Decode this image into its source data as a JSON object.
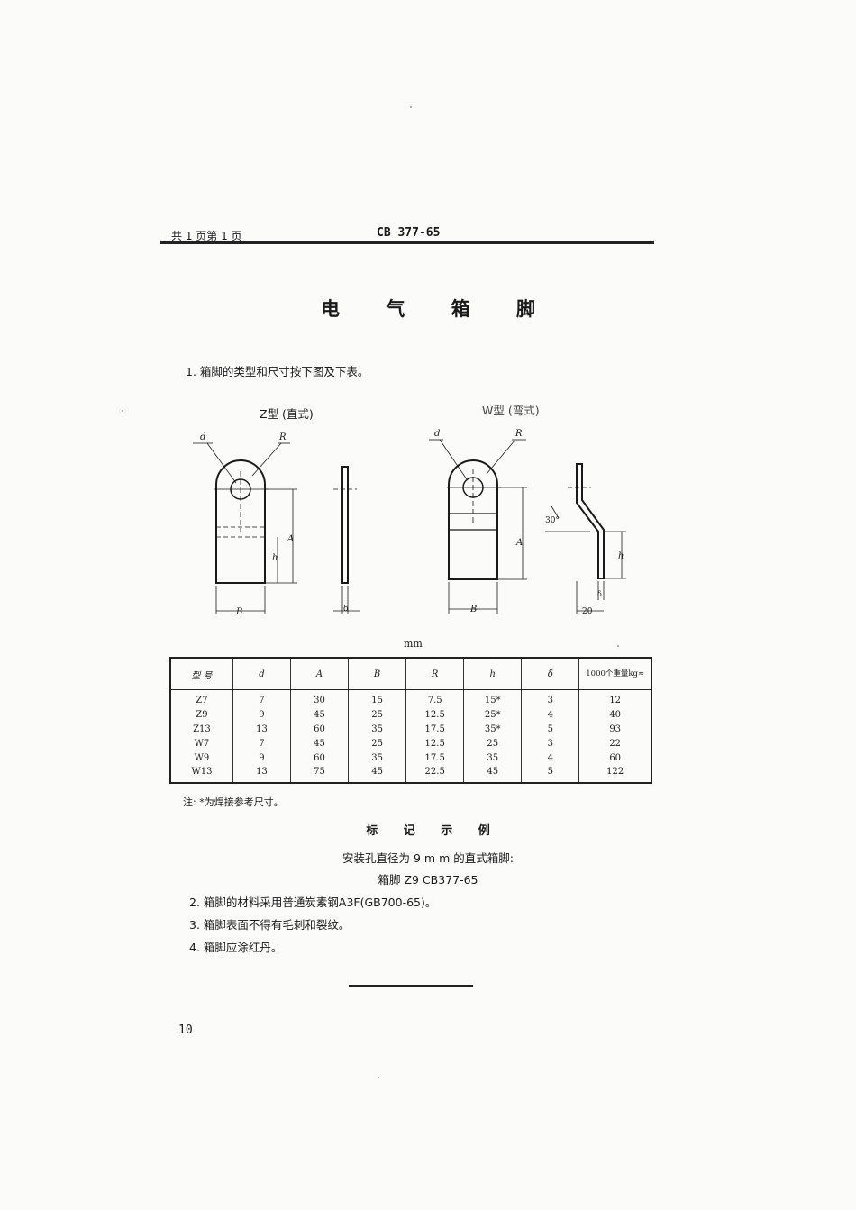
{
  "header": {
    "page_info": "共 1 页第 1 页",
    "standard_code": "CB 377-65"
  },
  "title": "电 气 箱 脚",
  "clauses": {
    "c1": "1. 箱脚的类型和尺寸按下图及下表。",
    "c2": "2. 箱脚的材料采用普通炭素钢A3F(GB700-65)。",
    "c3": "3. 箱脚表面不得有毛刺和裂纹。",
    "c4": "4. 箱脚应涂红丹。"
  },
  "figures": {
    "z_caption": "Z型 (直式)",
    "w_caption": "W型 (弯式)",
    "labels": {
      "d": "d",
      "R": "R",
      "A": "A",
      "h": "h",
      "B": "B",
      "delta": "δ",
      "angle": "30°",
      "twenty": "20"
    }
  },
  "table": {
    "unit": "mm",
    "headers": [
      "型 号",
      "d",
      "A",
      "B",
      "R",
      "h",
      "δ",
      "1000个重量kg≈"
    ],
    "rows": [
      [
        "Z7",
        "7",
        "30",
        "15",
        "7.5",
        "15*",
        "3",
        "12"
      ],
      [
        "Z9",
        "9",
        "45",
        "25",
        "12.5",
        "25*",
        "4",
        "40"
      ],
      [
        "Z13",
        "13",
        "60",
        "35",
        "17.5",
        "35*",
        "5",
        "93"
      ],
      [
        "W7",
        "7",
        "45",
        "25",
        "12.5",
        "25",
        "3",
        "22"
      ],
      [
        "W9",
        "9",
        "60",
        "35",
        "17.5",
        "35",
        "4",
        "60"
      ],
      [
        "W13",
        "13",
        "75",
        "45",
        "22.5",
        "45",
        "5",
        "122"
      ]
    ]
  },
  "note": "注: *为焊接参考尺寸。",
  "marking": {
    "heading": "标 记 示 例",
    "description": "安装孔直径为 9 m m 的直式箱脚:",
    "example": "箱脚 Z9 CB377-65"
  },
  "page_number": "10"
}
